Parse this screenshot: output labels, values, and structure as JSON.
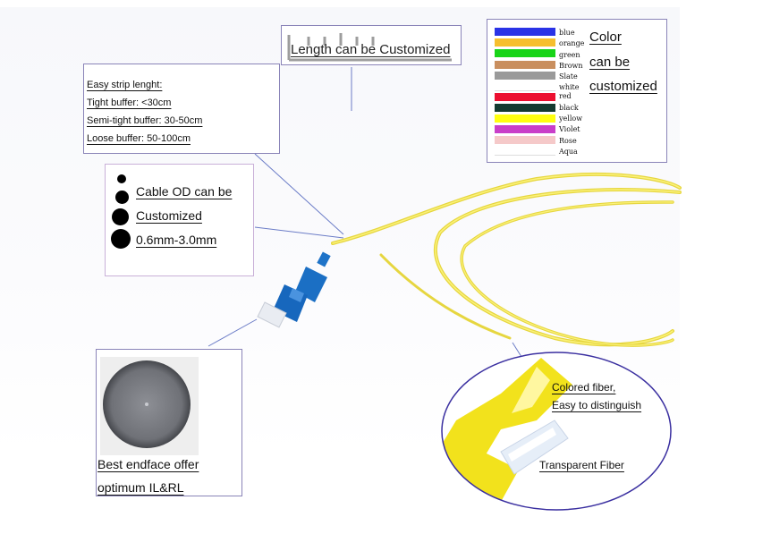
{
  "length_box": {
    "text": "Length can be Customized"
  },
  "strip_box": {
    "lines": [
      "Easy strip lenght:",
      "Tight buffer: <30cm",
      "Semi-tight buffer: 30-50cm",
      "Loose buffer: 50-100cm"
    ]
  },
  "od_box": {
    "lines": [
      "Cable OD can be",
      "Customized",
      "0.6mm-3.0mm"
    ]
  },
  "color_box": {
    "colors": [
      {
        "name": "blue",
        "hex": "#2a33e6"
      },
      {
        "name": "orange",
        "hex": "#f6bf2e"
      },
      {
        "name": "green",
        "hex": "#18d418"
      },
      {
        "name": "Brown",
        "hex": "#c98f5f"
      },
      {
        "name": "Slate",
        "hex": "#9a9a9a"
      },
      {
        "name": "white",
        "hex": "#ffffff"
      },
      {
        "name": "red",
        "hex": "#ec1030"
      },
      {
        "name": "black",
        "hex": "#143a30"
      },
      {
        "name": "yellow",
        "hex": "#ffff10"
      },
      {
        "name": "Violet",
        "hex": "#c93ec9"
      },
      {
        "name": "Rose",
        "hex": "#f5c9c9"
      },
      {
        "name": "Aqua",
        "hex": "#ffffff"
      }
    ],
    "caption": [
      "Color",
      "can be",
      "customized"
    ]
  },
  "endface": {
    "caption": [
      "Best endface offer",
      "optimum IL&RL"
    ]
  },
  "zoom": {
    "colored_fiber": [
      "Colored fiber,",
      "Easy to distinguish"
    ],
    "transparent": "Transparent Fiber"
  },
  "colors": {
    "frame": "#8a84b8",
    "fiber": "#f3e64a",
    "connector": "#1e73c8",
    "zoom_border": "#3a2fa0"
  }
}
